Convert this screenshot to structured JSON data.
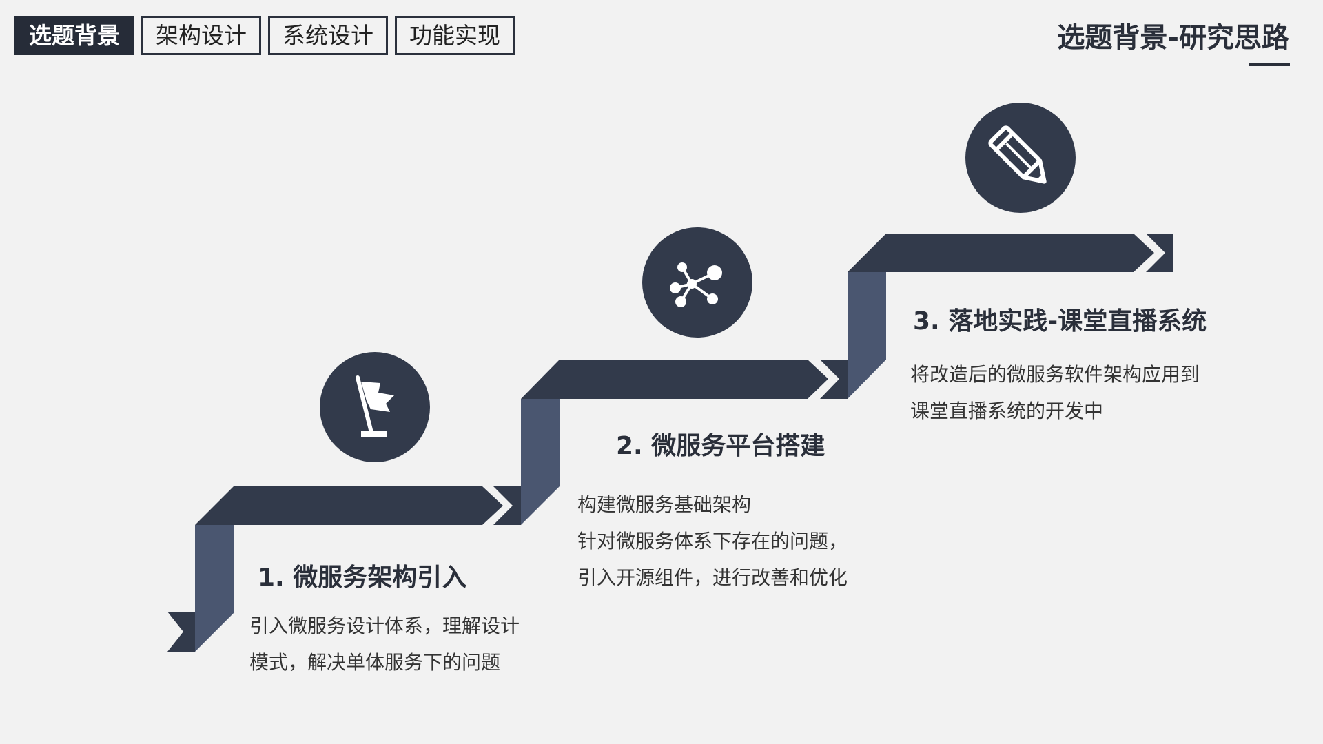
{
  "nav": {
    "tabs": [
      {
        "label": "选题背景",
        "active": true
      },
      {
        "label": "架构设计",
        "active": false
      },
      {
        "label": "系统设计",
        "active": false
      },
      {
        "label": "功能实现",
        "active": false
      }
    ]
  },
  "header": {
    "title": "选题背景-研究思路"
  },
  "colors": {
    "ribbon_top": "#323a4b",
    "ribbon_side": "#4a5670",
    "background": "#f2f2f2"
  },
  "steps": [
    {
      "icon": "flag-icon",
      "title": "1. 微服务架构引入",
      "lines": [
        "引入微服务设计体系，理解设计",
        "模式，解决单体服务下的问题"
      ]
    },
    {
      "icon": "network-icon",
      "title": "2. 微服务平台搭建",
      "lines": [
        "构建微服务基础架构",
        "针对微服务体系下存在的问题，",
        "引入开源组件，进行改善和优化"
      ]
    },
    {
      "icon": "pencil-icon",
      "title": "3. 落地实践-课堂直播系统",
      "lines": [
        "将改造后的微服务软件架构应用到",
        "课堂直播系统的开发中"
      ]
    }
  ]
}
